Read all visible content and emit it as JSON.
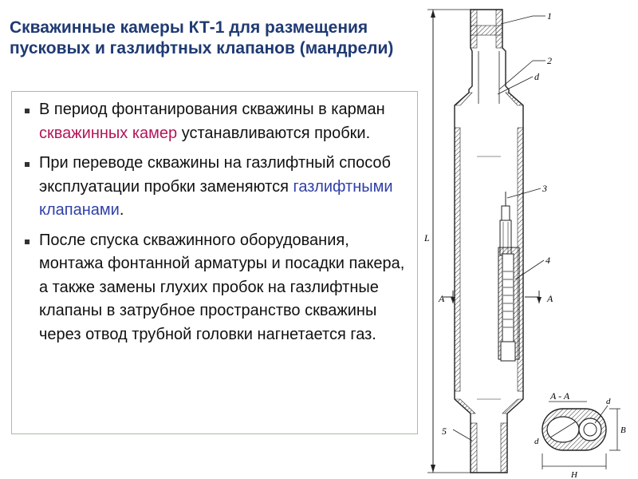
{
  "title": "Скважинные камеры КТ-1 для размещения пусковых и газлифтных клапанов (мандрели)",
  "bullets": [
    {
      "before": "В период фонтанирования скважины в карман ",
      "highlight": "скважинных камер",
      "after": " устанавливаются пробки."
    },
    {
      "before": "При переводе скважины на газлифтный способ эксплуатации пробки заменяются ",
      "highlight": "газлифтными клапанами",
      "after": "."
    },
    {
      "text": "После спуска скважинного оборудования, монтажа фонтанной арматуры и посадки пакера, а также замены глухих пробок на газлифтные клапаны в затрубное пространство скважины через отвод трубной головки нагнетается газ."
    }
  ],
  "colors": {
    "title": "#1f3a73",
    "highlight_red": "#b3155a",
    "highlight_blue": "#2f3fa8"
  },
  "drawing": {
    "callouts": [
      "1",
      "2",
      "d",
      "3",
      "4",
      "5"
    ],
    "dimension_L": "L",
    "section_left": "A",
    "section_right": "A",
    "section_title": "A - A",
    "dim_d1": "d",
    "dim_d2": "d",
    "dim_B": "B",
    "dim_H": "H"
  }
}
